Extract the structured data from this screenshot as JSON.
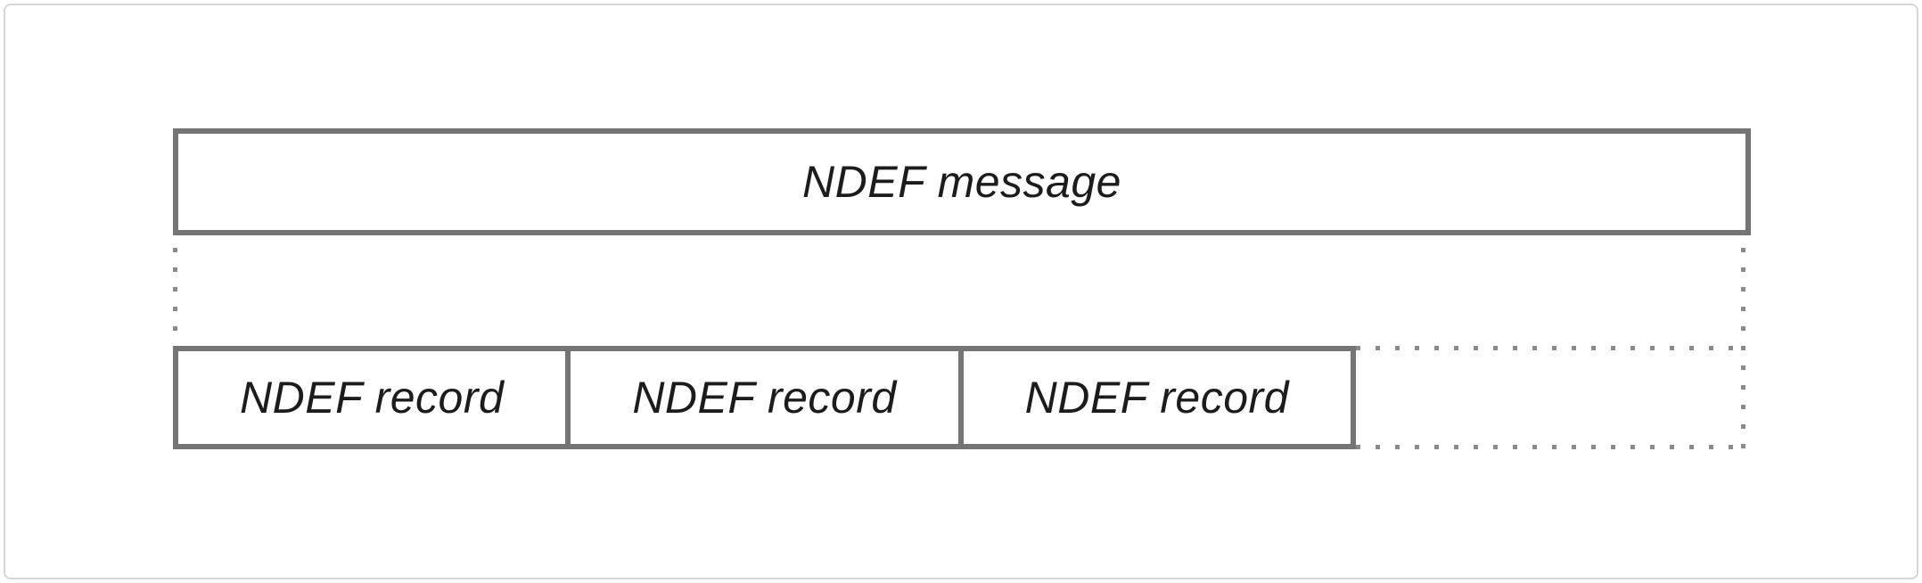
{
  "diagram": {
    "message_box": {
      "label": "NDEF message"
    },
    "records": [
      {
        "label": "NDEF record"
      },
      {
        "label": "NDEF record"
      },
      {
        "label": "NDEF record"
      }
    ],
    "colors": {
      "box_border": "#757575",
      "dotted_line": "#8a8a8a",
      "label_text": "#1c1c1c",
      "outer_frame": "#d6d6d6",
      "background": "#ffffff"
    }
  }
}
